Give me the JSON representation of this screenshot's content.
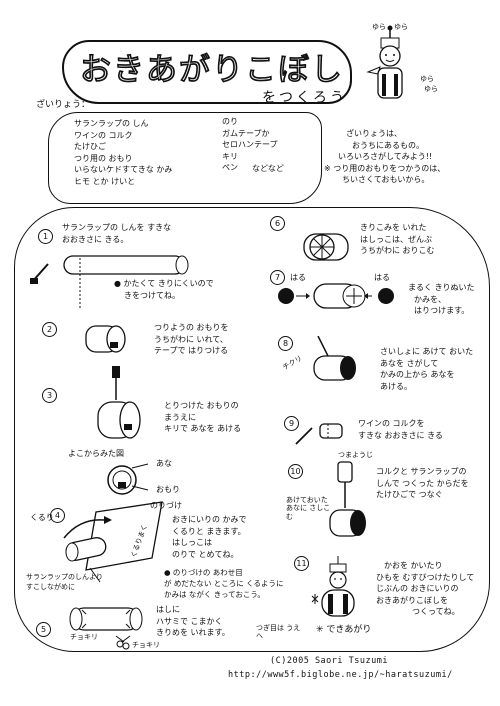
{
  "title": {
    "main": "おきあがりこぼし",
    "sub": "をつくろう"
  },
  "doll_labels": [
    "ゆら",
    "ゆら",
    "ゆら",
    "ゆら"
  ],
  "materials": {
    "heading": "ざいりょう：",
    "left": [
      "サランラップの しん",
      "ワインの コルク",
      "たけひご",
      "つり用の おもり",
      "いらないケドすてきな かみ",
      "ヒモ とか けいと"
    ],
    "right": [
      "のり",
      "ガムテープか",
      "セロハンテープ",
      "キリ",
      "ペン",
      "などなど"
    ]
  },
  "notes": [
    "ざいりょうは、",
    "おうちにあるもの。",
    "いろいろさがしてみよう!!",
    "※ つり用のおもりをつかうのは、",
    "ちいさくておもいから。"
  ],
  "steps": {
    "s1": {
      "num": "1",
      "lines": [
        "サランラップの しんを すきな",
        "おおきさに きる。"
      ],
      "note": [
        "● かたくて きりにくいので",
        "きをつけてね。"
      ]
    },
    "s2": {
      "num": "2",
      "lines": [
        "つりようの おもりを",
        "うちがわに いれて、",
        "テープで はりつける"
      ]
    },
    "s3": {
      "num": "3",
      "lines": [
        "とりつけた おもりの",
        "まうえに",
        "キリで あなを あける"
      ],
      "side_title": "よこからみた図",
      "label_hole": "あな",
      "label_weight": "おもり"
    },
    "s4": {
      "num": "4",
      "lines": [
        "おきにいりの かみで",
        "くるりと まきます。",
        "はしっこは",
        "のりで とめてね。"
      ],
      "note": [
        "● のりづけの あわせ目",
        "が めだたない ところに くるように",
        "かみは ながく きっておこう。"
      ],
      "label_glue": "のりづけ",
      "label_roll": "くるり",
      "label_core": "サランラップのしんより すこしながめに",
      "label_wrap": "くるりまく"
    },
    "s5": {
      "num": "5",
      "lines": [
        "はしに",
        "ハサミで こまかく",
        "きりめを いれます。"
      ],
      "label_a": "チョキリ",
      "label_b": "チョキリ",
      "label_c": "つぎ目は うえへ"
    },
    "s6": {
      "num": "6",
      "lines": [
        "きりこみを いれた",
        "はしっこは、ぜんぶ",
        "うちがわに おりこむ"
      ]
    },
    "s7": {
      "num": "7",
      "lines": [
        "まるく きりぬいた",
        "かみを、",
        "はりつけます。"
      ],
      "label_left": "はる",
      "label_right": "はる"
    },
    "s8": {
      "num": "8",
      "lines": [
        "さいしょに あけて おいた",
        "あなを さがして",
        "かみの上から あなを",
        "あける。"
      ],
      "label_tool": "チクリ"
    },
    "s9": {
      "num": "9",
      "lines": [
        "ワインの コルクを",
        "すきな おおきさに きる"
      ]
    },
    "s10": {
      "num": "10",
      "lines": [
        "コルクと サランラップの",
        "しんで つくった からだを",
        "たけひごで つなぐ"
      ],
      "label_stick": "つまようじ",
      "label_hole": "あけておいた あなに さしこむ"
    },
    "s11": {
      "num": "11",
      "lines": [
        "かおを かいたり",
        "ひもを むすびつけたりして",
        "じぶんの おきにいりの",
        "おきあがりこぼしを",
        "つくってね。"
      ],
      "done": "できあがり"
    }
  },
  "footer": {
    "copyright": "(C)2005 Saori Tsuzumi",
    "url": "http://www5f.biglobe.ne.jp/~haratsuzumi/"
  }
}
